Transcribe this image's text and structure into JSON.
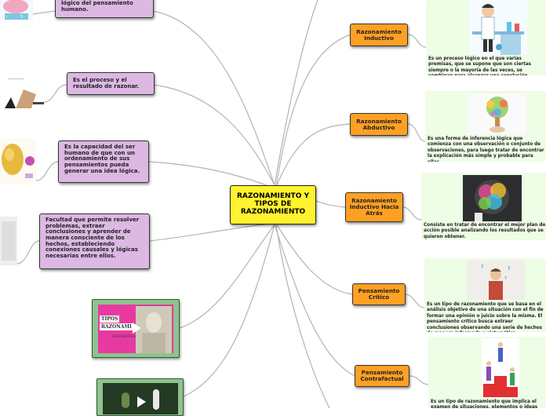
{
  "central": {
    "title": "RAZONAMIENTO Y TIPOS DE RAZONAMIENTO"
  },
  "branches": [
    {
      "label": "Razonamiento Inductivo",
      "description": "Es un proceso lógico en el que varias premisas, que se supone que son ciertas siempre o la mayoría de las veces, se combinan para alcanzar una conclusión específica."
    },
    {
      "label": "Razonamiento Abductivo",
      "description": "Es una forma de inferencia lógica que comienza con una observación o conjunto de observaciones, para luego tratar de encontrar la explicación más simple y probable para ellas."
    },
    {
      "label": "Razonamiento Inductivo Hacia Atrás",
      "description": "Consiste en tratar de encontrar el mejor plan de acción posible analizando los resultados que se quieren obtener."
    },
    {
      "label": "Pensamiento Crítico",
      "description": "Es un tipo de razonamiento que se basa en el análisis objetivo de una situación con el fin de formar una opinión o juicio sobre la misma. El pensamiento crítico busca extraer conclusiones observando una serie de hechos de manera informada y sistemática."
    },
    {
      "label": "Pensamiento Contrafactual",
      "description": "Es un tipo de razonamiento que implica el examen de situaciones, elementos o ideas que se sabe son imposibles."
    }
  ],
  "definitions": [
    {
      "text": "lógico del pensamiento humano."
    },
    {
      "text": "Es el proceso y el resultado de razonar."
    },
    {
      "text": "Es la capacidad del ser humano de que con un ordenamiento de sus pensamientos pueda generar una idea lógica."
    },
    {
      "text": "Facultad que permite resolver problemas, extraer conclusiones y aprender de manera consciente de los hechos, estableciendo conexiones causales y lógicas necesarias entre ellos."
    }
  ],
  "video1": {
    "line1": "TIPOS",
    "line2": "RAZONAMI",
    "line3": "FILOSOFIA"
  },
  "colors": {
    "central": "#fff22e",
    "branch": "#ffa023",
    "definition": "#dcb8e3",
    "card": "#eefde6",
    "edge": "#b3b3b3"
  }
}
